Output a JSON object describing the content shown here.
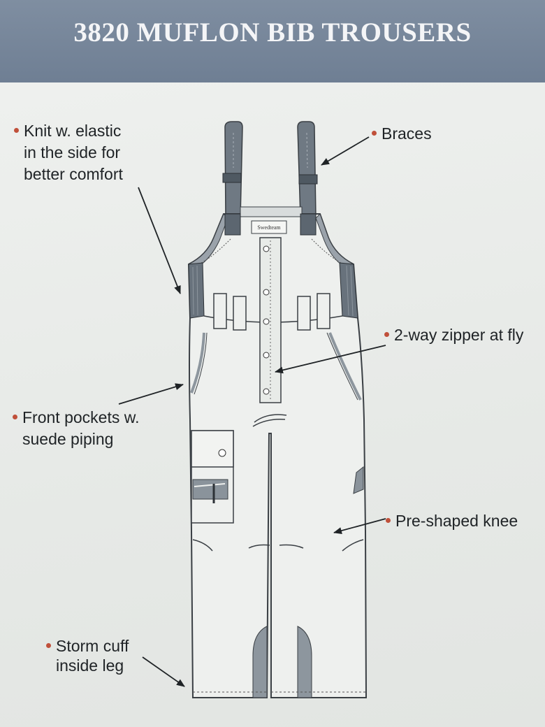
{
  "header": {
    "title": "3820 MUFLON BIB TROUSERS"
  },
  "callouts": {
    "knit": {
      "line1": "Knit w. elastic",
      "line2": "in the side for",
      "line3": "better comfort"
    },
    "braces": {
      "line1": "Braces"
    },
    "zipper": {
      "line1": "2-way zipper at fly"
    },
    "pockets": {
      "line1": "Front pockets w.",
      "line2": "suede piping"
    },
    "knee": {
      "line1": "Pre-shaped knee"
    },
    "cuff": {
      "line1": "Storm cuff",
      "line2": "inside leg"
    }
  },
  "garment": {
    "logo_text": "Swedteam",
    "colors": {
      "body": "#eef0ee",
      "outline": "#3a3f44",
      "gray_trim": "#7b848c",
      "dark_trim": "#4f5962",
      "bullet": "#c0503a"
    }
  }
}
